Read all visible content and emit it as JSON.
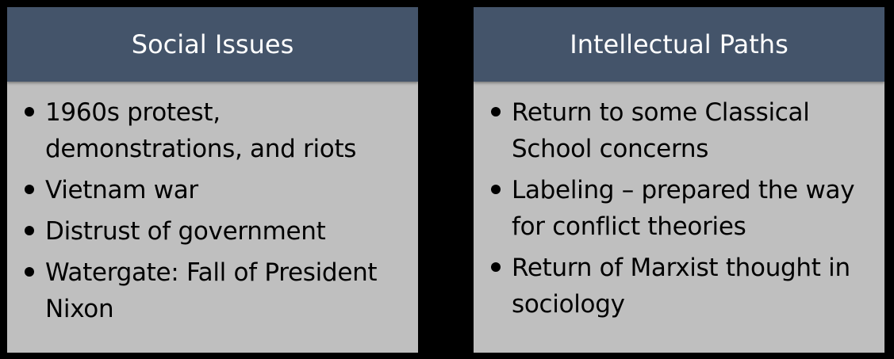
{
  "panels": [
    {
      "title": "Social Issues",
      "items": [
        "1960s protest, demonstrations, and riots",
        "Vietnam war",
        "Distrust of government",
        "Watergate: Fall of President Nixon"
      ]
    },
    {
      "title": "Intellectual Paths",
      "items": [
        "Return to some Classical School concerns",
        "Labeling – prepared the way for conflict theories",
        "Return of Marxist thought in sociology"
      ]
    }
  ],
  "colors": {
    "header_bg": "#44546A",
    "body_bg": "#BFBFBF",
    "background": "#000000"
  },
  "icons": {
    "bullet": "bullet-dot-icon"
  }
}
